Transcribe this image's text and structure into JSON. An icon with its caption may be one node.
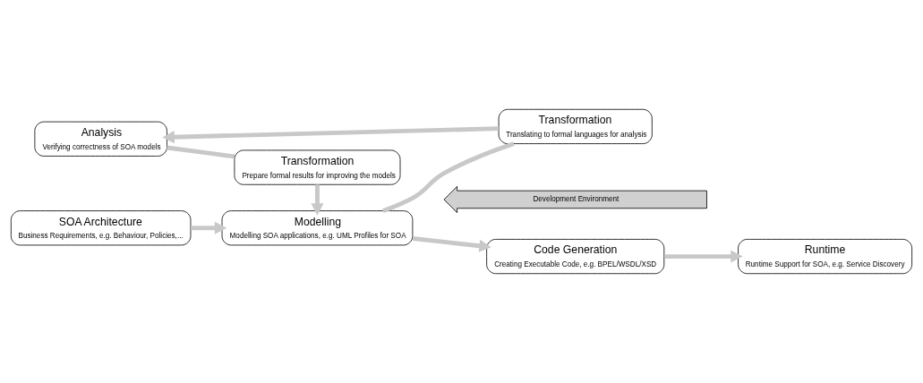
{
  "diagram": {
    "nodes": [
      {
        "text": [
          "Analysis",
          "Verifying correctness of SOA models"
        ]
      },
      {
        "text": [
          "Transformation",
          "Prepare formal results for improving the models"
        ]
      },
      {
        "text": [
          "Transformation",
          "Translating to formal languages for analysis"
        ]
      },
      {
        "text": [
          "Runtime",
          "Runtime Support for SOA, e.g. Service Discovery"
        ]
      },
      {
        "text": [
          "SOA Architecture",
          "Business Requirements, e.g. Behaviour, Policies,..."
        ]
      },
      {
        "text": [
          "Modelling",
          "Modelling SOA applications, e.g. UML Profiles for SOA"
        ]
      },
      {
        "text": [
          "Code Generation",
          "Creating Executable Code, e.g. BPEL/WSDL/XSD"
        ]
      },
      {
        "text": [
          "Development Environment"
        ]
      }
    ],
    "edges": [
      {
        "from": 4,
        "to": 5,
        "arrow": "to"
      },
      {
        "from": 5,
        "to": 6,
        "arrow": "to"
      },
      {
        "from": 6,
        "to": 3,
        "arrow": "to"
      },
      {
        "from": 5,
        "to": 2,
        "arrow": "none"
      },
      {
        "from": 2,
        "to": 0,
        "arrow": "to"
      },
      {
        "from": 0,
        "to": 1,
        "arrow": "none"
      },
      {
        "from": 1,
        "to": 5,
        "arrow": "to"
      }
    ]
  }
}
